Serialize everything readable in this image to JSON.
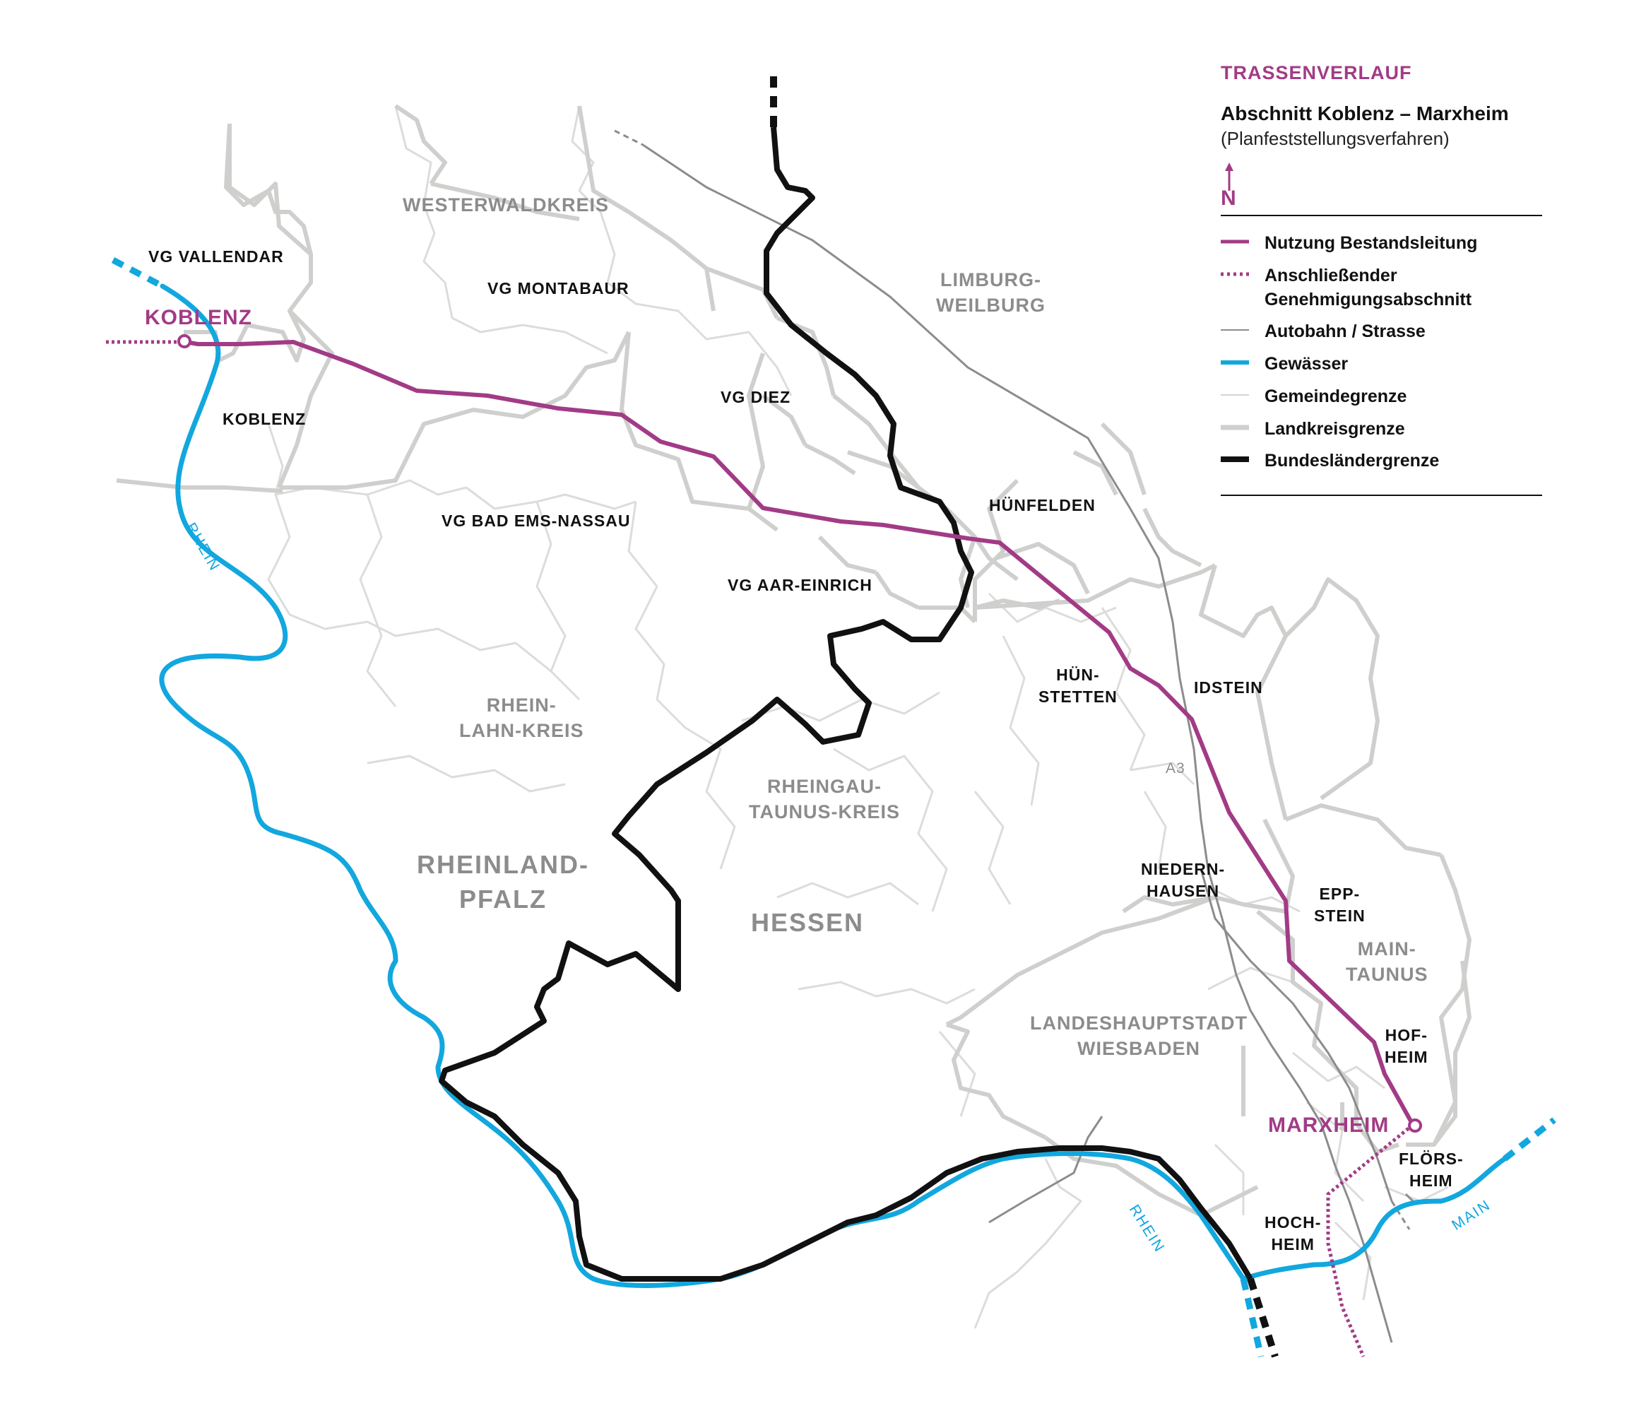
{
  "legend": {
    "title": "TRASSENVERLAUF",
    "section": "Abschnitt Koblenz – Marxheim",
    "subtitle": "(Planfeststellungsverfahren)",
    "north": "N",
    "items": [
      {
        "label": "Nutzung Bestandsleitung",
        "color": "#a23b86",
        "style": "solid-thin"
      },
      {
        "label": "Anschließender\nGenehmigungsabschnitt",
        "color": "#a23b86",
        "style": "dotted"
      },
      {
        "label": "Autobahn / Strasse",
        "color": "#8c8c8c",
        "style": "hairline"
      },
      {
        "label": "Gewässer",
        "color": "#12a7de",
        "style": "solid"
      },
      {
        "label": "Gemeindegrenze",
        "color": "#cfcfcf",
        "style": "thin"
      },
      {
        "label": "Landkreisgrenze",
        "color": "#cfcfcd",
        "style": "thick"
      },
      {
        "label": "Bundesländergrenze",
        "color": "#111111",
        "style": "bold"
      }
    ]
  },
  "map_labels": {
    "westerwaldkreis": "WESTERWALDKREIS",
    "vg_vallendar": "VG VALLENDAR",
    "vg_montabaur": "VG MONTABAUR",
    "limburg_weilburg": "LIMBURG-\nWEILBURG",
    "koblenz_city": "KOBLENZ",
    "koblenz_district": "KOBLENZ",
    "vg_diez": "VG DIEZ",
    "vg_bad_ems_nassau": "VG BAD EMS-NASSAU",
    "huenfelden": "HÜNFELDEN",
    "vg_aar_einrich": "VG AAR-EINRICH",
    "huenstetten": "HÜN-\nSTETTEN",
    "idstein": "IDSTEIN",
    "rhein_lahn_kreis": "RHEIN-\nLAHN-KREIS",
    "a3": "A3",
    "rheingau_taunus_kreis": "RHEINGAU-\nTAUNUS-KREIS",
    "rheinland_pfalz": "RHEINLAND-\nPFALZ",
    "niedernhausen": "NIEDERN-\nHAUSEN",
    "eppstein": "EPP-\nSTEIN",
    "main_taunus": "MAIN-\nTAUNUS",
    "hessen": "HESSEN",
    "wiesbaden": "LANDESHAUPTSTADT\nWIESBADEN",
    "hofheim": "HOF-\nHEIM",
    "marxheim": "MARXHEIM",
    "floersheim": "FLÖRS-\nHEIM",
    "hochheim": "HOCH-\nHEIM",
    "rhein_upper": "RHEIN",
    "rhein_lower": "RHEIN",
    "main_river": "MAIN"
  },
  "colors": {
    "route": "#a23b86",
    "water": "#12a7de",
    "state_border": "#111111",
    "district_border": "#cfcfcd",
    "municipal_border": "#d9d9d9",
    "road": "#8c8c8c"
  }
}
